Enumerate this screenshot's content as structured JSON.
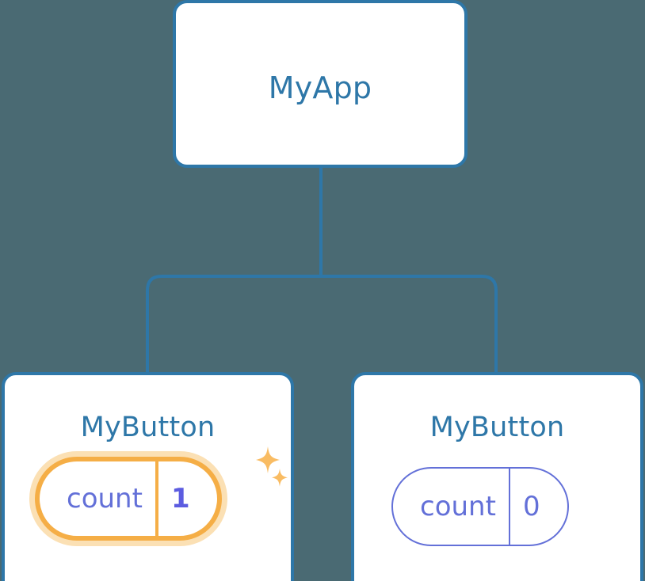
{
  "diagram": {
    "type": "component-tree",
    "background_color": "#4a6a73",
    "node_border_color": "#2e77a8",
    "node_title_color": "#2e77a8",
    "connector_color": "#2e77a8",
    "highlight_color": "#f5ae46",
    "highlight_glow_color": "#fbe0b4",
    "prop_text_color": "#6370d8",
    "prop_value_highlight_color": "#5c5ce0",
    "sparkle_color": "#f9bc63"
  },
  "root": {
    "title": "MyApp"
  },
  "children": [
    {
      "title": "MyButton",
      "prop": {
        "key": "count",
        "value": "1"
      },
      "highlighted": true,
      "sparkle": "sparkle-icon"
    },
    {
      "title": "MyButton",
      "prop": {
        "key": "count",
        "value": "0"
      },
      "highlighted": false
    }
  ]
}
